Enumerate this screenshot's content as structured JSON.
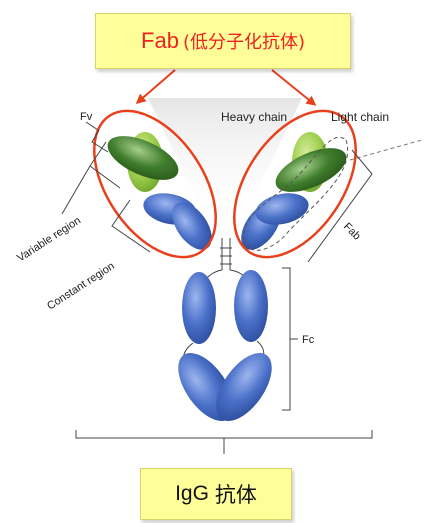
{
  "fab_callout": {
    "label": "Fab",
    "label_zh": "(低分子化抗体)"
  },
  "igg_callout": {
    "label": "IgG",
    "label_zh": "抗体"
  },
  "labels": {
    "fv": "Fv",
    "heavy_chain": "Heavy chain",
    "light_chain": "Light chain",
    "variable_region": "Variable region",
    "constant_region": "Constant region",
    "fab": "Fab",
    "fc": "Fc"
  },
  "colors": {
    "light_green": "#9ccc4a",
    "dark_green": "#3f7d2c",
    "blue": "#4a70c8",
    "highlight_red": "#e8401c",
    "callout_bg": "#ffff99"
  }
}
